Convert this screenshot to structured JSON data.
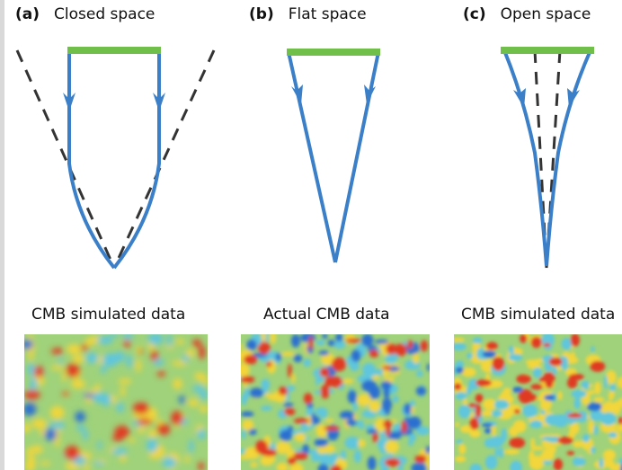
{
  "panels": [
    {
      "letter": "(a)",
      "title": "Closed space",
      "map_caption": "CMB simulated data"
    },
    {
      "letter": "(b)",
      "title": "Flat space",
      "map_caption": "Actual CMB data"
    },
    {
      "letter": "(c)",
      "title": "Open space",
      "map_caption": "CMB simulated data"
    }
  ],
  "colors": {
    "ray": "#3a7fc8",
    "dashed": "#333333",
    "source_bar": "#6fbf4a",
    "cmb_background": "#9fd27a",
    "cmb_hot": "#e03a22",
    "cmb_warm": "#f2d63a",
    "cmb_cold": "#2a6fd0",
    "cmb_cool": "#5fc6dd"
  }
}
